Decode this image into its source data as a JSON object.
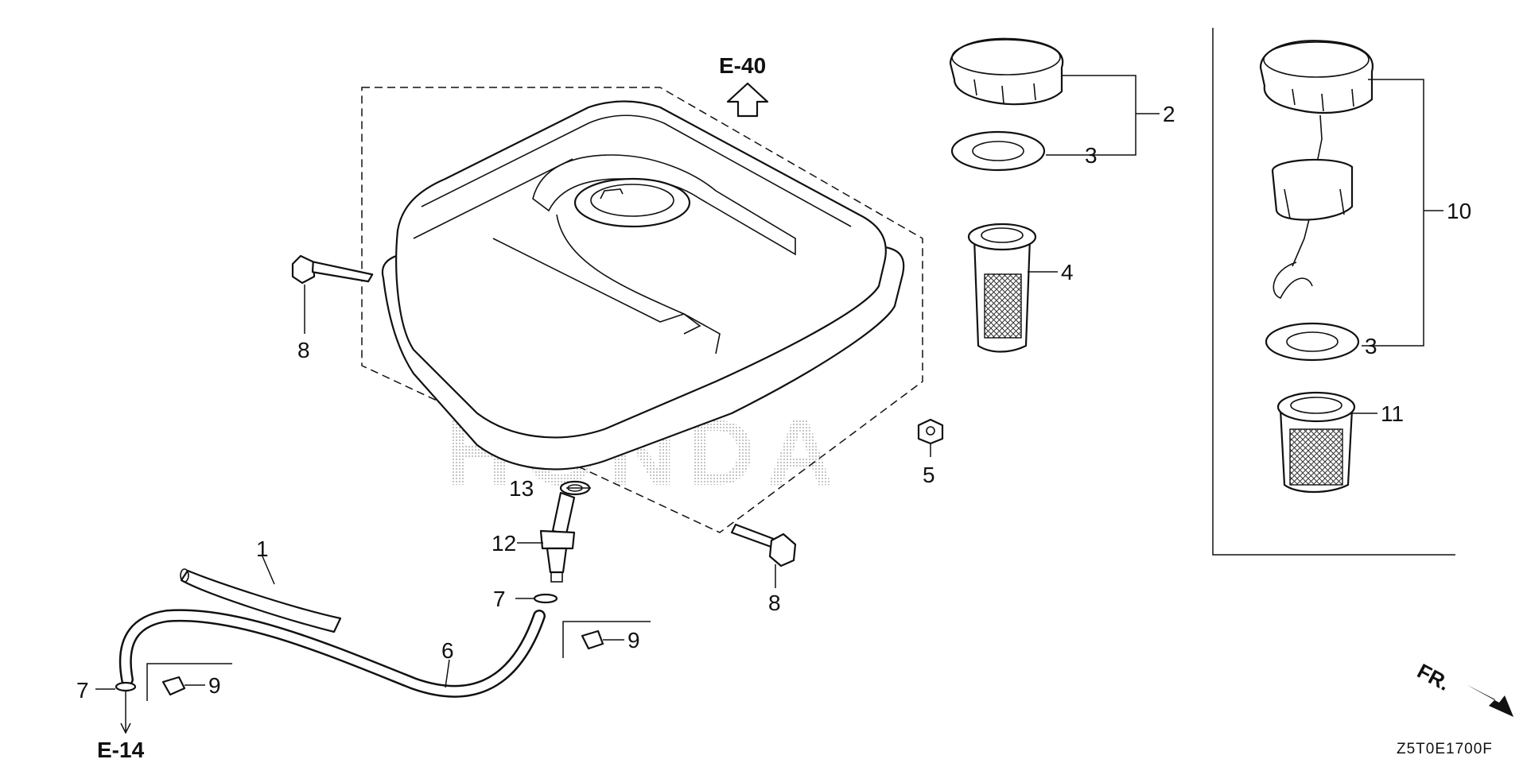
{
  "watermark": "HONDA",
  "refs": {
    "e40": "E-40",
    "e14": "E-14"
  },
  "fr": "FR.",
  "code": "Z5T0E1700F",
  "callouts": {
    "c1": "1",
    "c2": "2",
    "c3a": "3",
    "c3b": "3",
    "c4": "4",
    "c5": "5",
    "c6": "6",
    "c7a": "7",
    "c7b": "7",
    "c8a": "8",
    "c8b": "8",
    "c9a": "9",
    "c9b": "9",
    "c10": "10",
    "c11": "11",
    "c12": "12",
    "c13": "13"
  }
}
